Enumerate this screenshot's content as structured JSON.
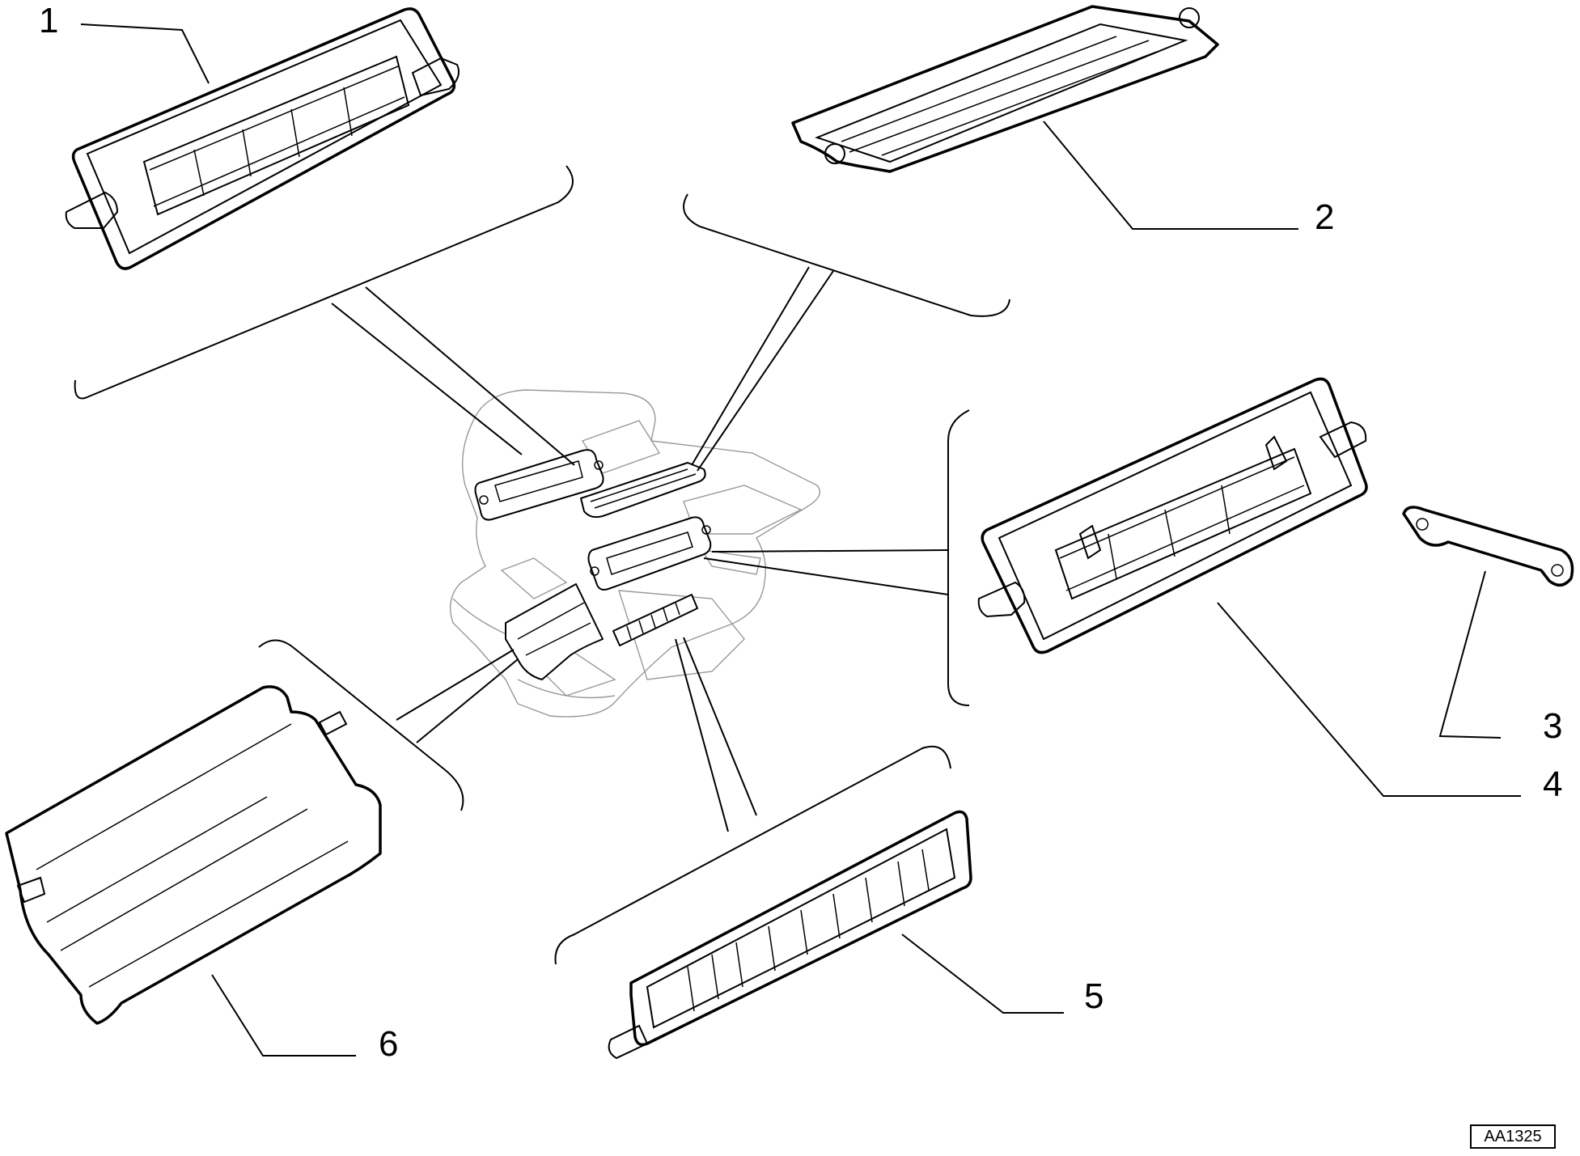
{
  "callouts": [
    {
      "id": "1",
      "label": "1"
    },
    {
      "id": "2",
      "label": "2"
    },
    {
      "id": "3",
      "label": "3"
    },
    {
      "id": "4",
      "label": "4"
    },
    {
      "id": "5",
      "label": "5"
    },
    {
      "id": "6",
      "label": "6"
    }
  ],
  "reference_code": "AA1325"
}
